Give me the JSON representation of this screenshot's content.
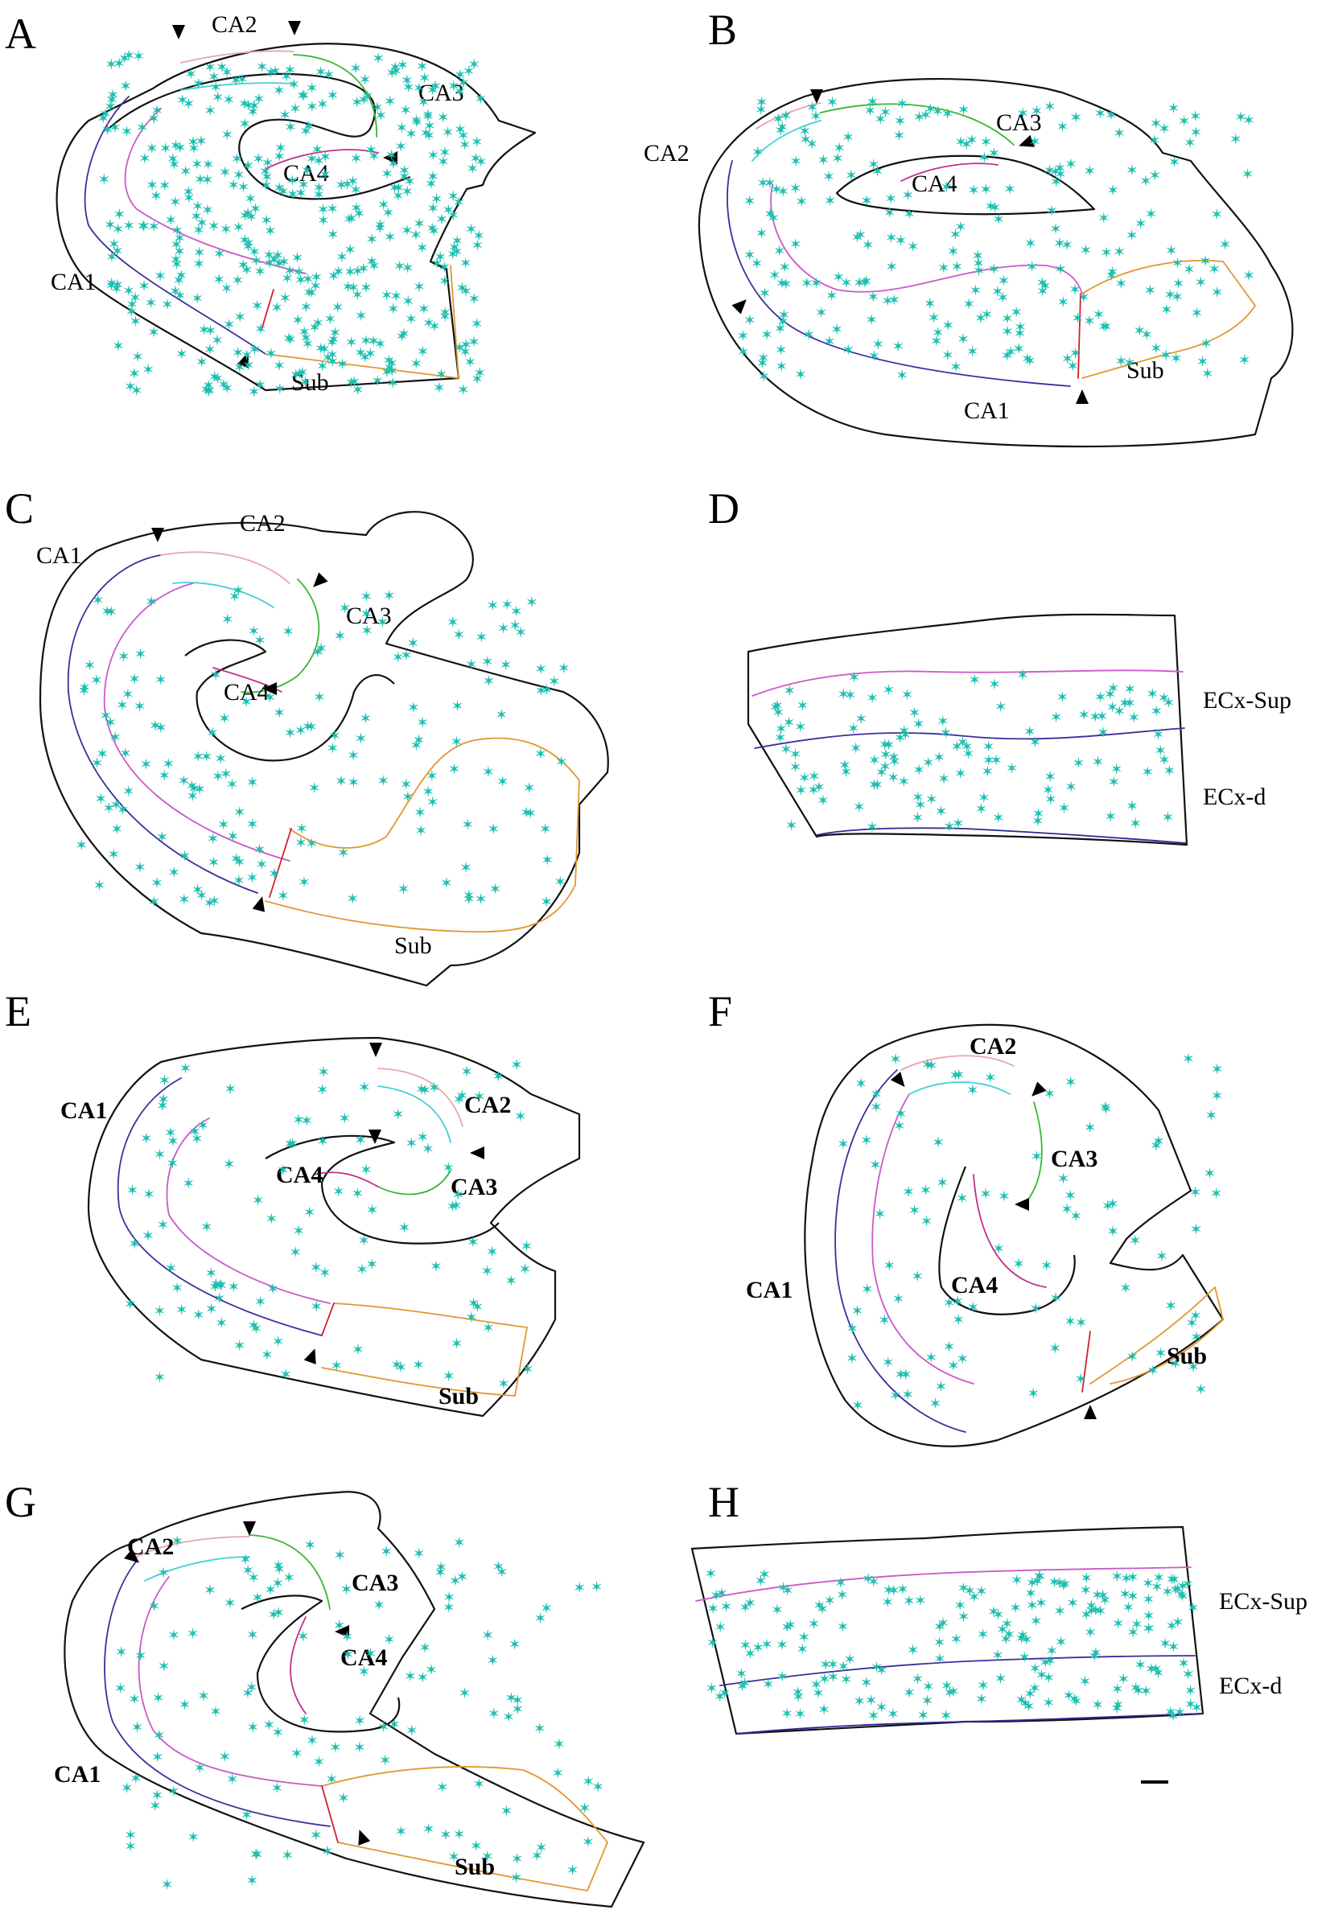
{
  "colors": {
    "star": "#1fbfb0",
    "outline": "#111111",
    "ca1": "#3b2f9a",
    "ca2": "#e6a6ae",
    "ca2_inner": "#40d0d8",
    "ca3": "#37b737",
    "ca4": "#c0308a",
    "magenta_layer": "#c85ac8",
    "sub": "#e0982e",
    "boundary_red": "#d0202a",
    "ecx_d": "#2a2a90"
  },
  "marker_icon": "star-icon",
  "panels": [
    {
      "letter": "A",
      "regions": {
        "CA1": "CA1",
        "CA2": "CA2",
        "CA3": "CA3",
        "CA4": "CA4",
        "Sub": "Sub"
      }
    },
    {
      "letter": "B",
      "regions": {
        "CA1": "CA1",
        "CA2": "CA2",
        "CA3": "CA3",
        "CA4": "CA4",
        "Sub": "Sub"
      }
    },
    {
      "letter": "C",
      "regions": {
        "CA1": "CA1",
        "CA2": "CA2",
        "CA3": "CA3",
        "CA4": "CA4",
        "Sub": "Sub"
      }
    },
    {
      "letter": "D",
      "regions": {
        "ECx_Sup": "ECx-Sup",
        "ECx_d": "ECx-d"
      }
    },
    {
      "letter": "E",
      "regions": {
        "CA1": "CA1",
        "CA2": "CA2",
        "CA3": "CA3",
        "CA4": "CA4",
        "Sub": "Sub"
      }
    },
    {
      "letter": "F",
      "regions": {
        "CA1": "CA1",
        "CA2": "CA2",
        "CA3": "CA3",
        "CA4": "CA4",
        "Sub": "Sub"
      }
    },
    {
      "letter": "G",
      "regions": {
        "CA1": "CA1",
        "CA2": "CA2",
        "CA3": "CA3",
        "CA4": "CA4",
        "Sub": "Sub"
      }
    },
    {
      "letter": "H",
      "regions": {
        "ECx_Sup": "ECx-Sup",
        "ECx_d": "ECx-d"
      }
    }
  ]
}
